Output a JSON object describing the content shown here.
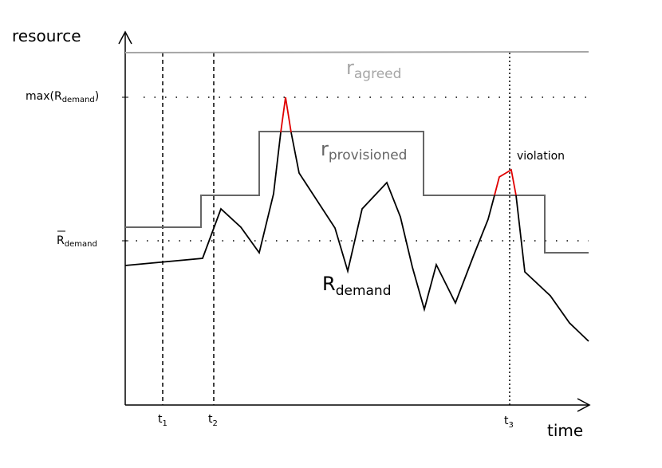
{
  "axes": {
    "y_label": "resource",
    "x_label": "time"
  },
  "levels": {
    "max_demand": {
      "main": "max(R",
      "sub": "demand",
      "close": ")"
    },
    "mean_demand": {
      "main": "R",
      "sub": "demand"
    }
  },
  "time_marks": [
    {
      "main": "t",
      "sub": "1"
    },
    {
      "main": "t",
      "sub": "2"
    },
    {
      "main": "t",
      "sub": "3"
    }
  ],
  "series": {
    "agreed": {
      "main": "r",
      "sub": "agreed",
      "color": "#a6a6a6"
    },
    "provisioned": {
      "main": "r",
      "sub": "provisioned",
      "color": "#666666"
    },
    "demand": {
      "main": "R",
      "sub": "demand",
      "color": "#000000"
    }
  },
  "annotations": {
    "violation": {
      "text": "violation",
      "color": "#e00000"
    }
  }
}
